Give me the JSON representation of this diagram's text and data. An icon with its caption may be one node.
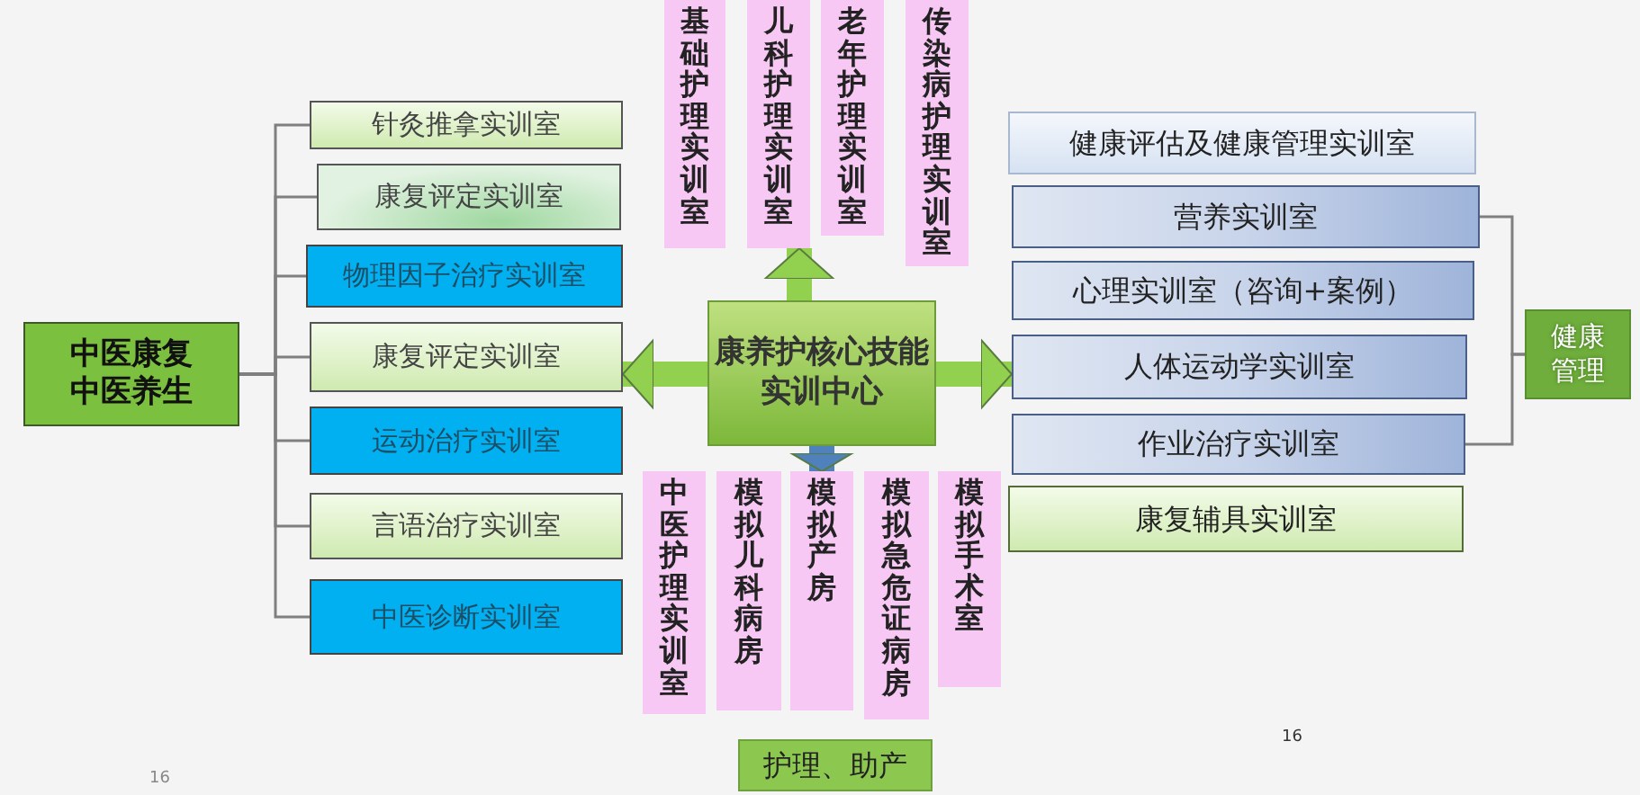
{
  "diagram": {
    "nodes": [
      {
        "text": [
          "康养护核心技能实训中心"
        ]
      },
      {
        "text": [
          "中医康复",
          "中医养生"
        ]
      },
      {
        "text": [
          "针灸推拿实训室"
        ]
      },
      {
        "text": [
          "康复评定实训室"
        ]
      },
      {
        "text": [
          "物理因子治疗实训室"
        ]
      },
      {
        "text": [
          "康复评定实训室"
        ]
      },
      {
        "text": [
          "运动治疗实训室"
        ]
      },
      {
        "text": [
          "言语治疗实训室"
        ]
      },
      {
        "text": [
          "中医诊断实训室"
        ]
      },
      {
        "text": [
          "基础护理实训室"
        ]
      },
      {
        "text": [
          "儿科护理实训室"
        ]
      },
      {
        "text": [
          "老年护理实训室"
        ]
      },
      {
        "text": [
          "传染病护理实训室"
        ]
      },
      {
        "text": [
          "中医护理实训室"
        ]
      },
      {
        "text": [
          "模拟儿科病房"
        ]
      },
      {
        "text": [
          "模拟产房"
        ]
      },
      {
        "text": [
          "模拟急危证病房"
        ]
      },
      {
        "text": [
          "模拟手术室"
        ]
      },
      {
        "text": [
          "健康评估及健康管理实训室"
        ]
      },
      {
        "text": [
          "营养实训室"
        ]
      },
      {
        "text": [
          "心理实训室（咨询+案例）"
        ]
      },
      {
        "text": [
          "人体运动学实训室"
        ]
      },
      {
        "text": [
          "作业治疗实训室"
        ]
      },
      {
        "text": [
          "康复辅具实训室"
        ]
      },
      {
        "text": [
          "健康管理"
        ]
      },
      {
        "text": [
          "护理、助产"
        ]
      }
    ],
    "edges": [
      {
        "from": 1,
        "to": 2,
        "arrow": "none"
      },
      {
        "from": 1,
        "to": 3,
        "arrow": "none"
      },
      {
        "from": 1,
        "to": 4,
        "arrow": "none"
      },
      {
        "from": 1,
        "to": 5,
        "arrow": "none"
      },
      {
        "from": 1,
        "to": 6,
        "arrow": "none"
      },
      {
        "from": 1,
        "to": 7,
        "arrow": "none"
      },
      {
        "from": 1,
        "to": 8,
        "arrow": "none"
      },
      {
        "from": 0,
        "to": 5,
        "arrow": "to",
        "style": "thick",
        "color": "#92d050"
      },
      {
        "from": 0,
        "to": 21,
        "arrow": "to",
        "style": "thick",
        "color": "#92d050"
      },
      {
        "from": 0,
        "to": 10,
        "arrow": "to",
        "style": "thick",
        "color": "#92d050"
      },
      {
        "from": 0,
        "to": 15,
        "arrow": "to",
        "style": "thick",
        "color": "#4f81bd"
      },
      {
        "from": 24,
        "to": 19,
        "arrow": "none"
      },
      {
        "from": 24,
        "to": 22,
        "arrow": "none"
      }
    ],
    "labels": [
      "16",
      "16"
    ]
  }
}
